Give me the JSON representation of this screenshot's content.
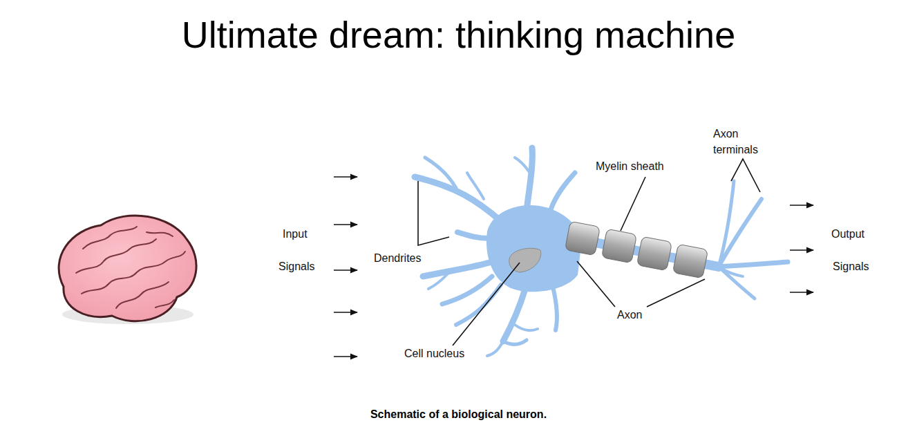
{
  "diagram": {
    "title": "Ultimate dream: thinking machine",
    "caption": "Schematic of a biological neuron.",
    "labels": [
      "Input",
      "Signals",
      "Dendrites",
      "Cell nucleus",
      "Myelin sheath",
      "Axon",
      "Axon terminals",
      "Output",
      "Signals"
    ]
  }
}
